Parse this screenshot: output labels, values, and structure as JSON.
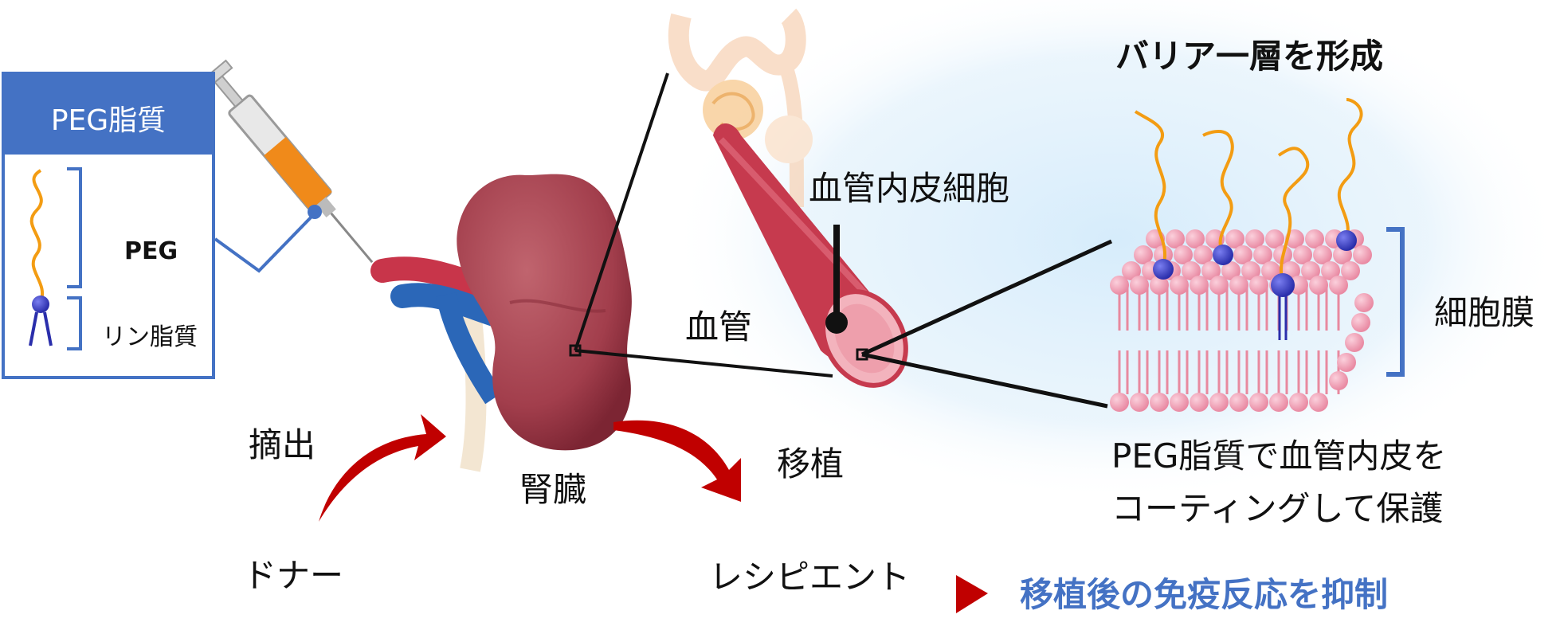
{
  "legend": {
    "title": "PEG脂質",
    "peg_label": "PEG",
    "lipid_label": "リン脂質"
  },
  "labels": {
    "extraction": "摘出",
    "donor": "ドナー",
    "kidney": "腎臓",
    "transplant": "移植",
    "recipient": "レシピエント",
    "vessel": "血管",
    "endothelial_cell": "血管内皮細胞",
    "barrier": "バリア一層を形成",
    "cell_membrane": "細胞膜",
    "coating_line1": "PEG脂質で血管内皮を",
    "coating_line2": "コーティングして保護",
    "conclusion": "移植後の免疫反応を抑制"
  },
  "colors": {
    "accent_blue": "#4472c4",
    "kidney": "#9c3a48",
    "arrow_red": "#c00000",
    "peg_orange": "#f39c12",
    "lipid_head_pink": "#f4a6b8",
    "phosphate_blue": "#3b3fbf"
  }
}
